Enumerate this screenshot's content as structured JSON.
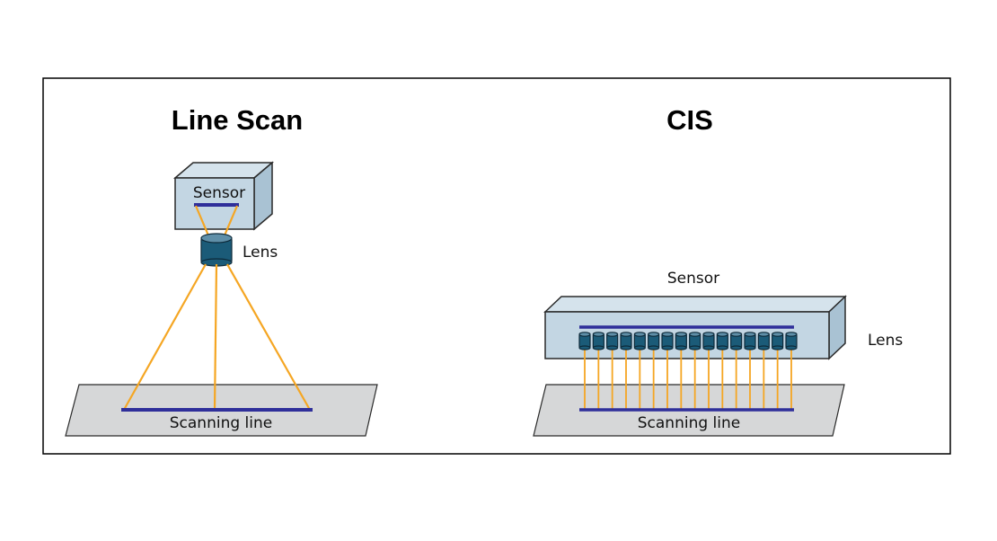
{
  "panels": {
    "line_scan": {
      "title": "Line Scan",
      "sensor_label": "Sensor",
      "lens_label": "Lens",
      "scanning_label": "Scanning line"
    },
    "cis": {
      "title": "CIS",
      "sensor_label": "Sensor",
      "lens_label": "Lens",
      "scanning_label": "Scanning line",
      "lens_count": 16
    }
  },
  "colors": {
    "ray": "#f5a623",
    "scan_line": "#2f2f9a",
    "sensor_body": "#c3d6e3",
    "lens": "#1b5b78",
    "plate": "#d6d7d8"
  }
}
